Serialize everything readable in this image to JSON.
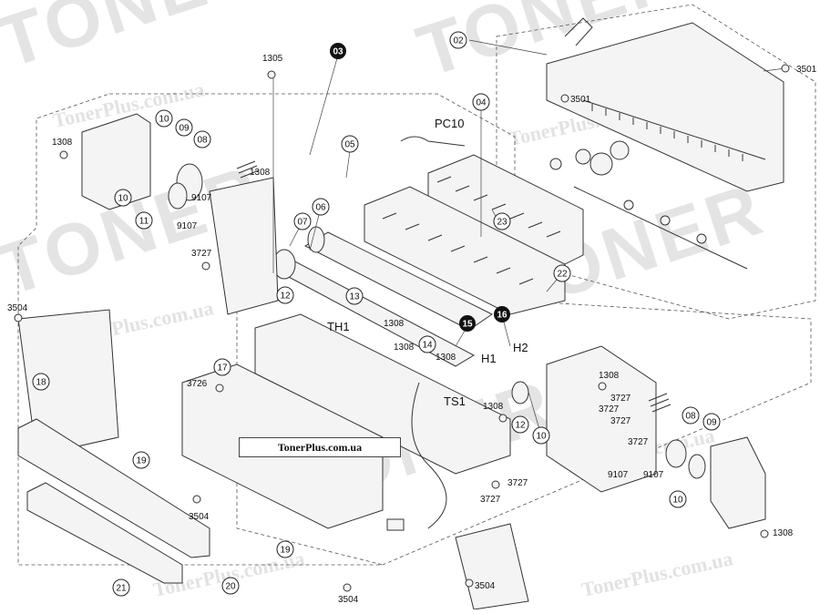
{
  "watermark": {
    "brand": "TONER",
    "site": "TonerPlus.com.ua"
  },
  "site_label": "TonerPlus.com.ua",
  "callouts_circled": [
    "03",
    "02",
    "04",
    "05",
    "06",
    "07",
    "08",
    "09",
    "10",
    "11",
    "12",
    "13",
    "14",
    "17",
    "18",
    "19",
    "20",
    "21",
    "22",
    "23",
    "08",
    "09",
    "10",
    "10",
    "12",
    "15",
    "16"
  ],
  "part_numbers": [
    "1305",
    "1308",
    "9107",
    "3727",
    "3504",
    "3726",
    "3501",
    "1308",
    "1308",
    "1308",
    "1308",
    "1308",
    "3727",
    "3727",
    "3727",
    "3727",
    "9107",
    "9107",
    "3504",
    "3504",
    "3504",
    "3501"
  ],
  "sensor_labels": [
    "PC10",
    "TH1",
    "TS1",
    "H1",
    "H2"
  ]
}
